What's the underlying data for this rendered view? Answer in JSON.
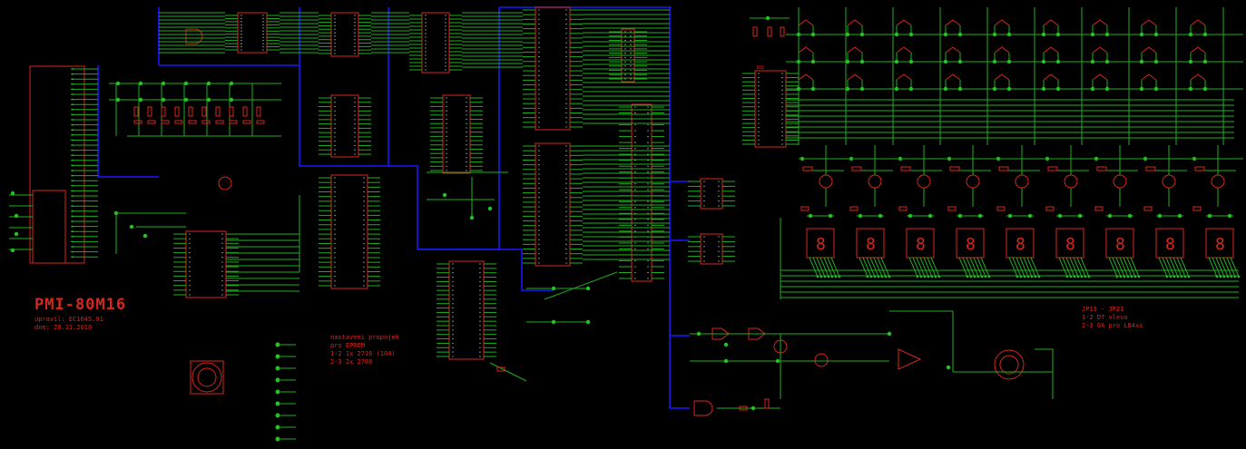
{
  "board": {
    "title": "PMI-80M16",
    "subtitle_lines": [
      "upravil: EC1045.01",
      "dne: 28.11.2010"
    ],
    "eprom_note": [
      "nastaveni propojek",
      "pro EPROM",
      "1-2 1x 2716 (104)",
      "2-3 2x 2708"
    ],
    "jumper_note": [
      "JP13 - JP21",
      "1-2 DT vlevo",
      "2-3 0A pro LB4xx"
    ],
    "chip_label_ic": "102"
  },
  "colors": {
    "background": "#000000",
    "wire": "#1fae1f",
    "bus": "#1818ff",
    "component": "#d8261e",
    "pad": "#22c422",
    "text": "#d8261e"
  },
  "counts": {
    "seven_segment_digits": 9,
    "keypad_rows": 3,
    "keypad_cols": 9,
    "driver_transistors": 9
  }
}
